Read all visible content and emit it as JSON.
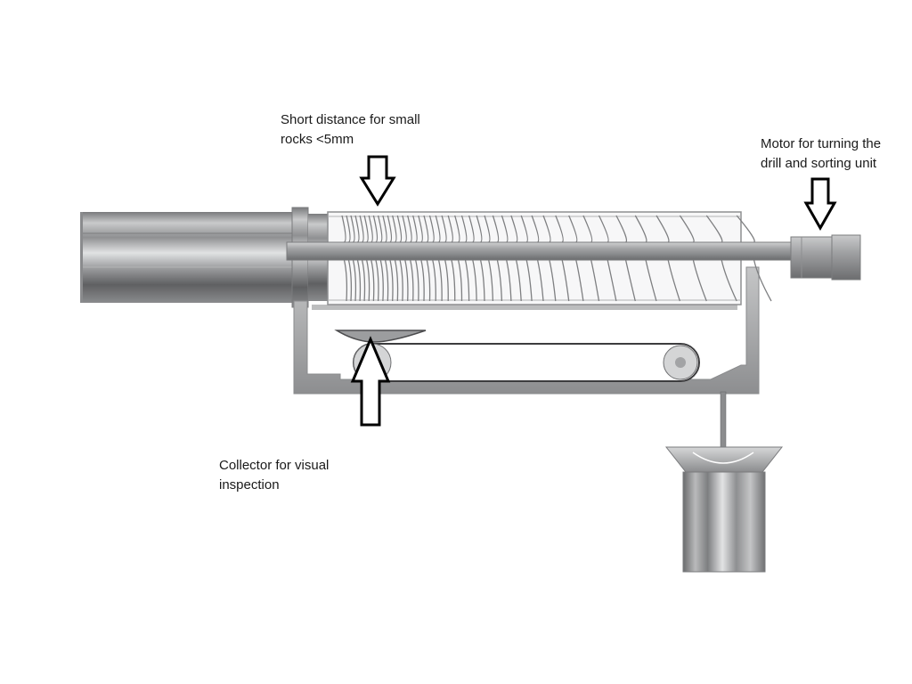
{
  "annotations": {
    "short_distance": {
      "line1": "Short distance for small",
      "line2": "rocks <5mm"
    },
    "motor": {
      "line1": "Motor for turning the",
      "line2": "drill and sorting unit"
    },
    "collector": {
      "line1": "Collector for visual",
      "line2": "inspection"
    }
  },
  "colors": {
    "metal_dark": "#6e6e70",
    "metal_mid": "#a4a5a7",
    "metal_light": "#d9dadb",
    "arrow_stroke": "#000000",
    "background": "#ffffff"
  },
  "icons": {
    "callout_arrow": "hollow-block-arrow-icon"
  }
}
